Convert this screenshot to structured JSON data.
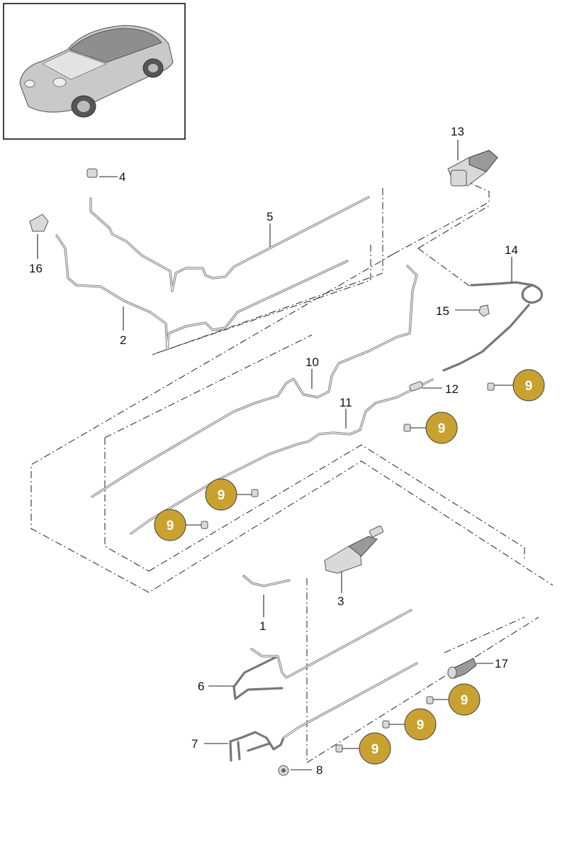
{
  "badge_color": "#c9a131",
  "thumbnail": {
    "icon": "car-icon"
  },
  "callouts": {
    "p1": "1",
    "p2": "2",
    "p3": "3",
    "p4": "4",
    "p5": "5",
    "p6": "6",
    "p7": "7",
    "p8": "8",
    "p10": "10",
    "p11": "11",
    "p12": "12",
    "p13": "13",
    "p14": "14",
    "p15": "15",
    "p16": "16",
    "p17": "17"
  },
  "badges": [
    "9",
    "9",
    "9",
    "9",
    "9",
    "9",
    "9"
  ]
}
